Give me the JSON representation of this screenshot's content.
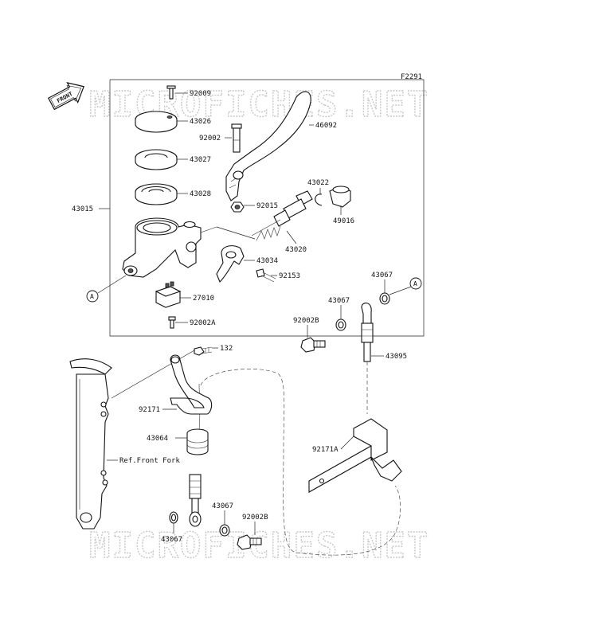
{
  "figure_code": "F2291",
  "watermark": "MICROFICHES.NET",
  "front_label": "FRONT",
  "parts": {
    "p92009": "92009",
    "p43026": "43026",
    "p46092": "46092",
    "p92002": "92002",
    "p43027": "43027",
    "p43028": "43028",
    "p43022": "43022",
    "p92015": "92015",
    "p49016": "49016",
    "p43015": "43015",
    "p43020": "43020",
    "p43034": "43034",
    "p92153": "92153",
    "p27010": "27010",
    "p92002A": "92002A",
    "p43067a": "43067",
    "p43067b": "43067",
    "p92002B_a": "92002B",
    "p43095": "43095",
    "p132": "132",
    "p92171": "92171",
    "p43064": "43064",
    "ref_fork": "Ref.Front Fork",
    "p92171A": "92171A",
    "p43067c": "43067",
    "p92002B_b": "92002B",
    "p43067d": "43067"
  },
  "callout_a": "A"
}
